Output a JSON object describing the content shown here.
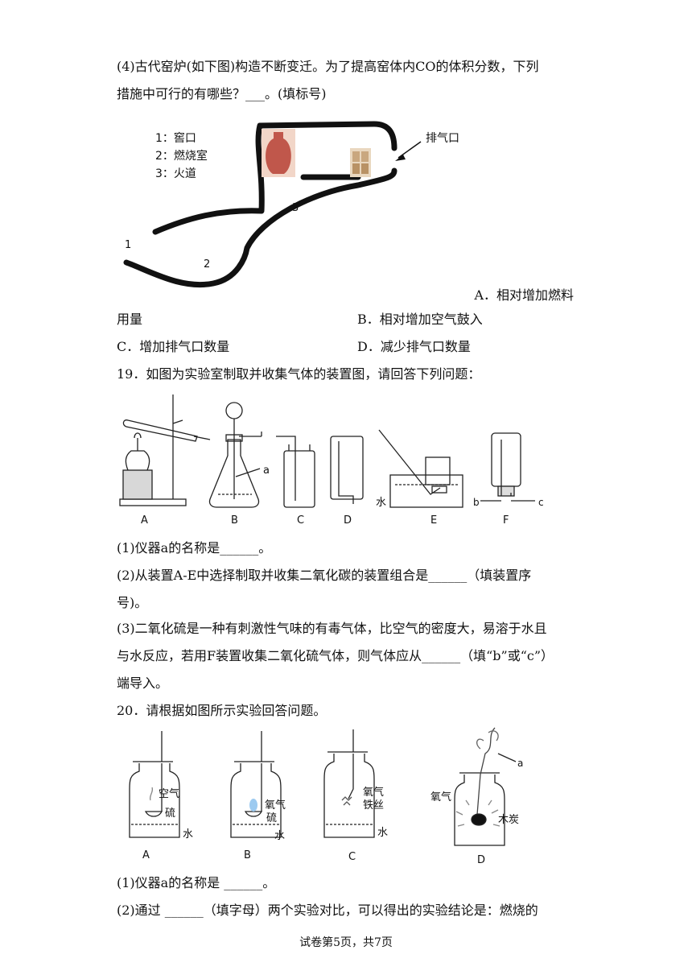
{
  "q18_4": {
    "line1": "(4)古代窑炉(如下图)构造不断变迁。为了提高窑体内CO的体积分数，下列",
    "line2": "措施中可行的有哪些？___。(填标号)",
    "legend": [
      "1：窖口",
      "2：燃烧室",
      "3：火道"
    ],
    "exhaust_label": "排气口",
    "num1": "1",
    "num2": "2",
    "num3": "3",
    "optA_part1": "A．相对增加燃料",
    "optA_part2": "用量",
    "optB": "B．相对增加空气鼓入",
    "optC": "C．增加排气口数量",
    "optD": "D．减少排气口数量"
  },
  "q19": {
    "stem": "19．如图为实验室制取并收集气体的装置图，请回答下列问题：",
    "labels": {
      "A": "A",
      "B": "B",
      "C": "C",
      "D": "D",
      "E": "E",
      "F": "F",
      "a": "a",
      "water": "水",
      "b": "b",
      "c": "c"
    },
    "p1": "(1)仪器a的名称是______。",
    "p2_line1": "(2)从装置A-E中选择制取并收集二氧化碳的装置组合是______（填装置序",
    "p2_line2": "号)。",
    "p3_line1": "(3)二氧化硫是一种有刺激性气味的有毒气体，比空气的密度大，易溶于水且",
    "p3_line2": "与水反应，若用F装置收集二氧化硫气体，则气体应从______（填“b”或“c”）",
    "p3_line3": "端导入。"
  },
  "q20": {
    "stem": "20．请根据如图所示实验回答问题。",
    "labels": {
      "A": "A",
      "B": "B",
      "C": "C",
      "D": "D",
      "air": "空气",
      "sulfur": "硫",
      "water": "水",
      "oxygen": "氧气",
      "iron_wire": "铁丝",
      "charcoal": "木炭",
      "a": "a"
    },
    "p1": "(1)仪器a的名称是 ______。",
    "p2": "(2)通过 ______（填字母）两个实验对比，可以得出的实验结论是：燃烧的"
  },
  "footer": "试卷第5页，共7页"
}
